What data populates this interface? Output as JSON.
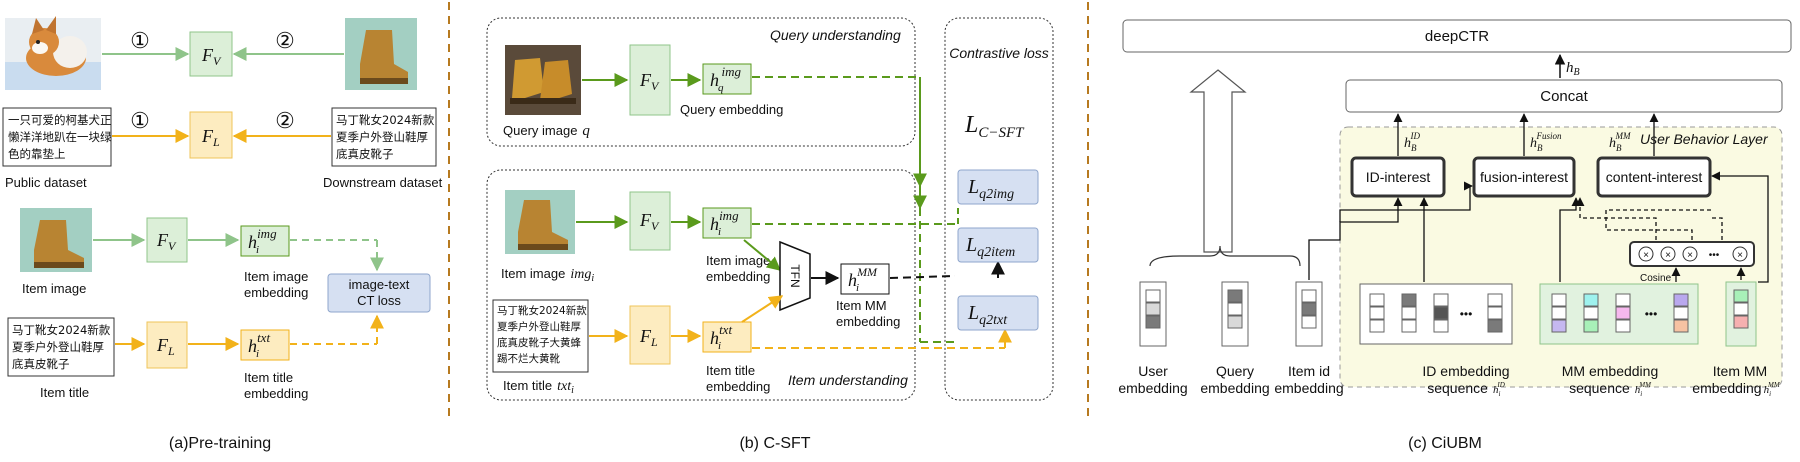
{
  "colors": {
    "green_fill": "#dcefd8",
    "green_stroke": "#8fc48a",
    "green_line": "#5a9a1c",
    "yellow_fill": "#fdecc0",
    "yellow_stroke": "#efc45a",
    "yellow_line": "#f2b21a",
    "blue_fill": "#d6e0f2",
    "blue_stroke": "#8fa6cc",
    "divider": "#b77a20",
    "behavior_fill": "#fafae2"
  },
  "panel_a": {
    "enc_fv_label": "F",
    "enc_fv_sub": "V",
    "enc_fl_label": "F",
    "enc_fl_sub": "L",
    "step1": "①",
    "step2": "②",
    "public_text_lines": [
      "一只可爱的柯基犬正",
      "懒洋洋地趴在一块绿",
      "色的靠垫上"
    ],
    "downstream_text_lines": [
      "马丁靴女2024新款",
      "夏季户外登山鞋厚",
      "底真皮靴子"
    ],
    "public_dataset": "Public dataset",
    "downstream_dataset": "Downstream dataset",
    "item_image_label": "Item image",
    "item_title_label": "Item title",
    "item_title_lines": [
      "马丁靴女2024新款",
      "夏季户外登山鞋厚",
      "底真皮靴子"
    ],
    "h_img_base": "h",
    "h_img_sub": "i",
    "h_img_sup": "img",
    "h_txt_base": "h",
    "h_txt_sub": "i",
    "h_txt_sup": "txt",
    "item_image_embedding": [
      "Item image",
      "embedding"
    ],
    "item_title_embedding": [
      "Item title",
      "embedding"
    ],
    "ct_loss": [
      "image-text",
      "CT loss"
    ],
    "caption": "(a)Pre-training"
  },
  "panel_b": {
    "query_understanding": "Query understanding",
    "item_understanding": "Item understanding",
    "contrastive_loss": "Contrastive loss",
    "query_image_label": "Query image",
    "query_image_var": "q",
    "query_embedding": "Query embedding",
    "hq_base": "h",
    "hq_sub": "q",
    "hq_sup": "img",
    "item_image_label": "Item image",
    "item_image_var": "img",
    "item_image_var_sub": "i",
    "item_title_label": "Item title",
    "item_title_var": "txt",
    "item_title_var_sub": "i",
    "item_image_embedding": [
      "Item image",
      "embedding"
    ],
    "item_title_embedding": [
      "Item title",
      "embedding"
    ],
    "item_mm_embedding": [
      "Item MM",
      "embedding"
    ],
    "tfn": "TFN",
    "hmm_sup": "MM",
    "item_title_lines": [
      "马丁靴女2024新款",
      "夏季户外登山鞋厚",
      "底真皮靴子大黄蜂",
      "踢不烂大黄靴"
    ],
    "loss_main": "L",
    "loss_main_sub": "C−SFT",
    "loss_q2img": "q2img",
    "loss_q2item": "q2item",
    "loss_q2txt": "q2txt",
    "caption": "(b) C-SFT"
  },
  "panel_c": {
    "deepctr": "deepCTR",
    "concat": "Concat",
    "h_b": "h",
    "h_b_sub": "B",
    "user_behavior_layer": "User Behavior Layer",
    "id_interest": "ID-interest",
    "fusion_interest": "fusion-interest",
    "content_interest": "content-interest",
    "hb_id_sup": "ID",
    "hb_fusion_sup": "Fusion",
    "hb_mm_sup": "MM",
    "cosine": "Cosine",
    "dots": "•••",
    "user_embedding": [
      "User",
      "embedding"
    ],
    "query_embedding": [
      "Query",
      "embedding"
    ],
    "item_id_embedding": [
      "Item id",
      "embedding"
    ],
    "id_embedding_sequence": [
      "ID embedding",
      "sequence"
    ],
    "id_seq_var": "h",
    "id_seq_sub": "i",
    "id_seq_sup": "ID",
    "mm_embedding_sequence": [
      "MM  embedding",
      "sequence"
    ],
    "mm_seq_var": "h",
    "mm_seq_sub": "i",
    "mm_seq_sup": "MM",
    "item_mm_embedding": [
      "Item MM",
      "embedding"
    ],
    "item_mm_var": "h",
    "item_mm_sub": "i",
    "item_mm_sup": "MM",
    "caption": "(c) CiUBM"
  }
}
